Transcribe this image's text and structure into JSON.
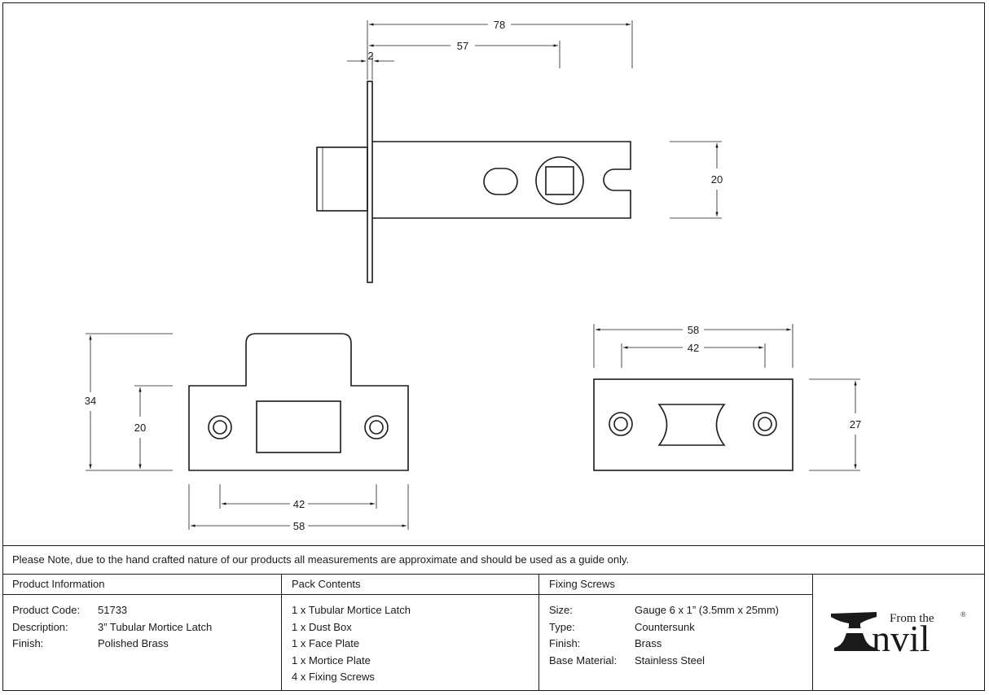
{
  "dimensions": {
    "top_overall": "78",
    "top_backset": "57",
    "top_plate": "2",
    "top_height": "20",
    "face_height": "34",
    "face_inner": "20",
    "face_centres": "42",
    "face_width": "58",
    "strike_width": "58",
    "strike_centres": "42",
    "strike_height": "27"
  },
  "note": "Please Note, due to the hand crafted nature of our products all measurements are approximate and should be used as a guide only.",
  "product_info": {
    "header": "Product Information",
    "rows": [
      {
        "label": "Product Code:",
        "value": "51733"
      },
      {
        "label": "Description:",
        "value": "3” Tubular Mortice Latch"
      },
      {
        "label": "Finish:",
        "value": "Polished Brass"
      }
    ]
  },
  "pack_contents": {
    "header": "Pack Contents",
    "items": [
      "1 x Tubular Mortice Latch",
      "1 x Dust Box",
      "1 x Face Plate",
      "1 x Mortice Plate",
      "4 x Fixing Screws"
    ]
  },
  "fixing_screws": {
    "header": "Fixing Screws",
    "rows": [
      {
        "label": "Size:",
        "value": "Gauge 6 x 1” (3.5mm x 25mm)"
      },
      {
        "label": "Type:",
        "value": "Countersunk"
      },
      {
        "label": "Finish:",
        "value": "Brass"
      },
      {
        "label": "Base Material:",
        "value": "Stainless Steel"
      }
    ]
  },
  "logo": {
    "small": "From the",
    "big": "nvil",
    "mark": "®",
    "icon": "anvil-icon"
  }
}
